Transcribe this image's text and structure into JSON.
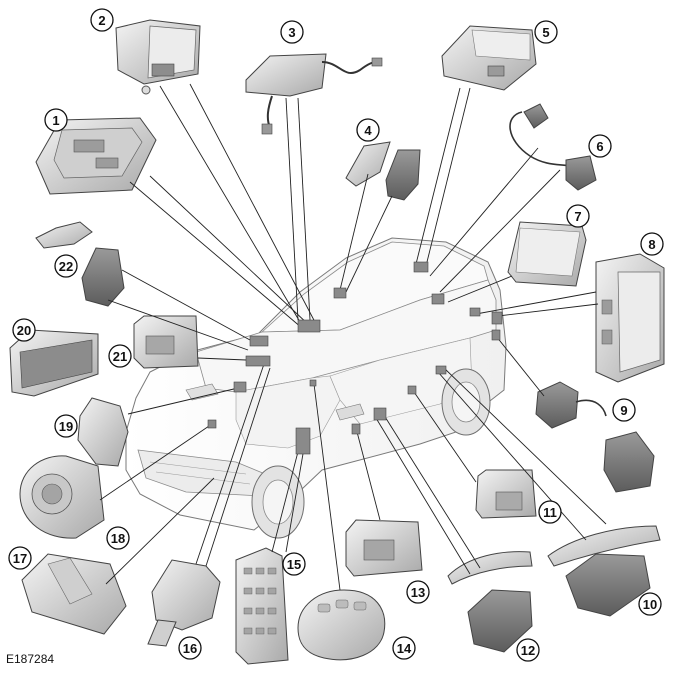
{
  "figure_ref": "E187284",
  "callouts": [
    "1",
    "2",
    "3",
    "4",
    "5",
    "6",
    "7",
    "8",
    "9",
    "10",
    "11",
    "12",
    "13",
    "14",
    "15",
    "16",
    "17",
    "18",
    "19",
    "20",
    "21",
    "22"
  ]
}
